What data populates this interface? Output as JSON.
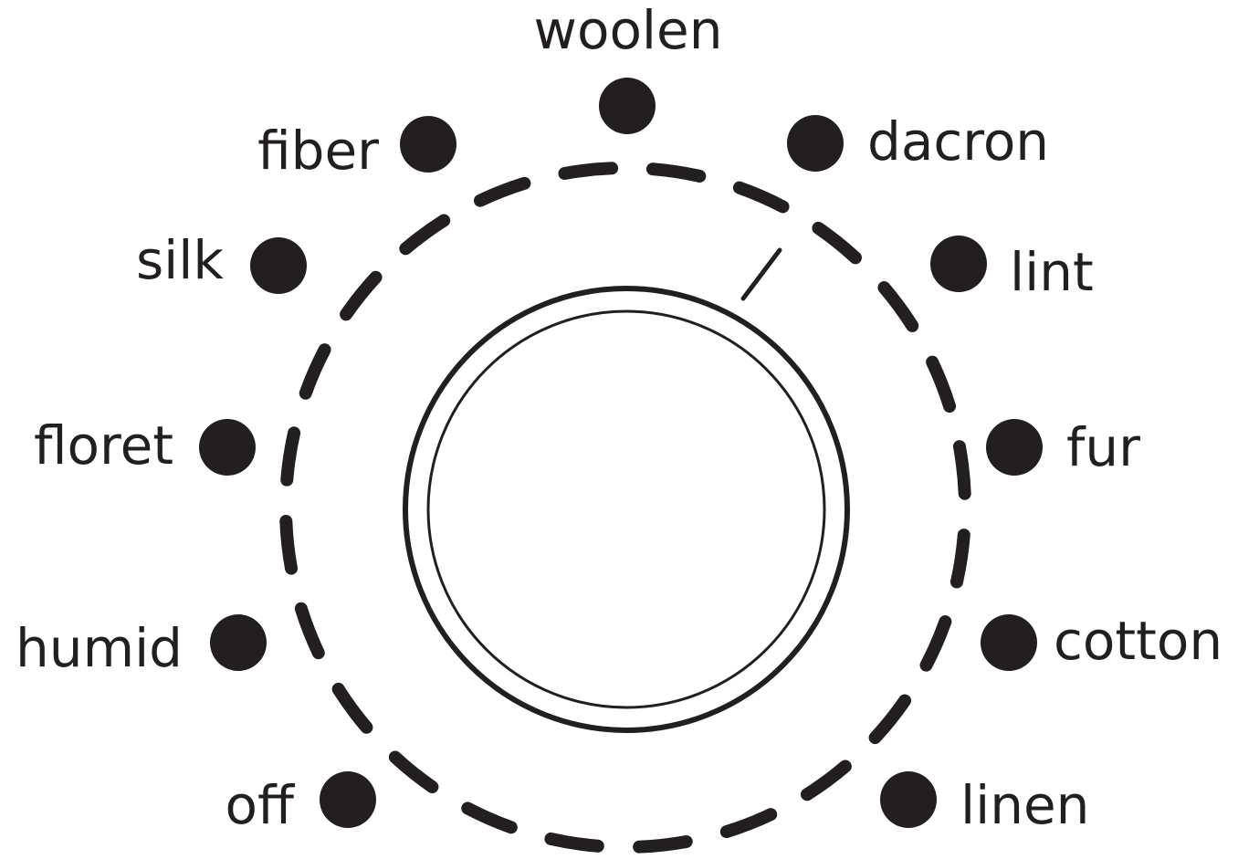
{
  "dial": {
    "color": "#231f20",
    "settings": [
      {
        "id": "woolen",
        "label": "woolen"
      },
      {
        "id": "dacron",
        "label": "dacron"
      },
      {
        "id": "lint",
        "label": "lint"
      },
      {
        "id": "fur",
        "label": "fur"
      },
      {
        "id": "cotton",
        "label": "cotton"
      },
      {
        "id": "linen",
        "label": "linen"
      },
      {
        "id": "off",
        "label": "off"
      },
      {
        "id": "humid",
        "label": "humid"
      },
      {
        "id": "floret",
        "label": "floret"
      },
      {
        "id": "silk",
        "label": "silk"
      },
      {
        "id": "fiber",
        "label": "fiber"
      }
    ]
  }
}
